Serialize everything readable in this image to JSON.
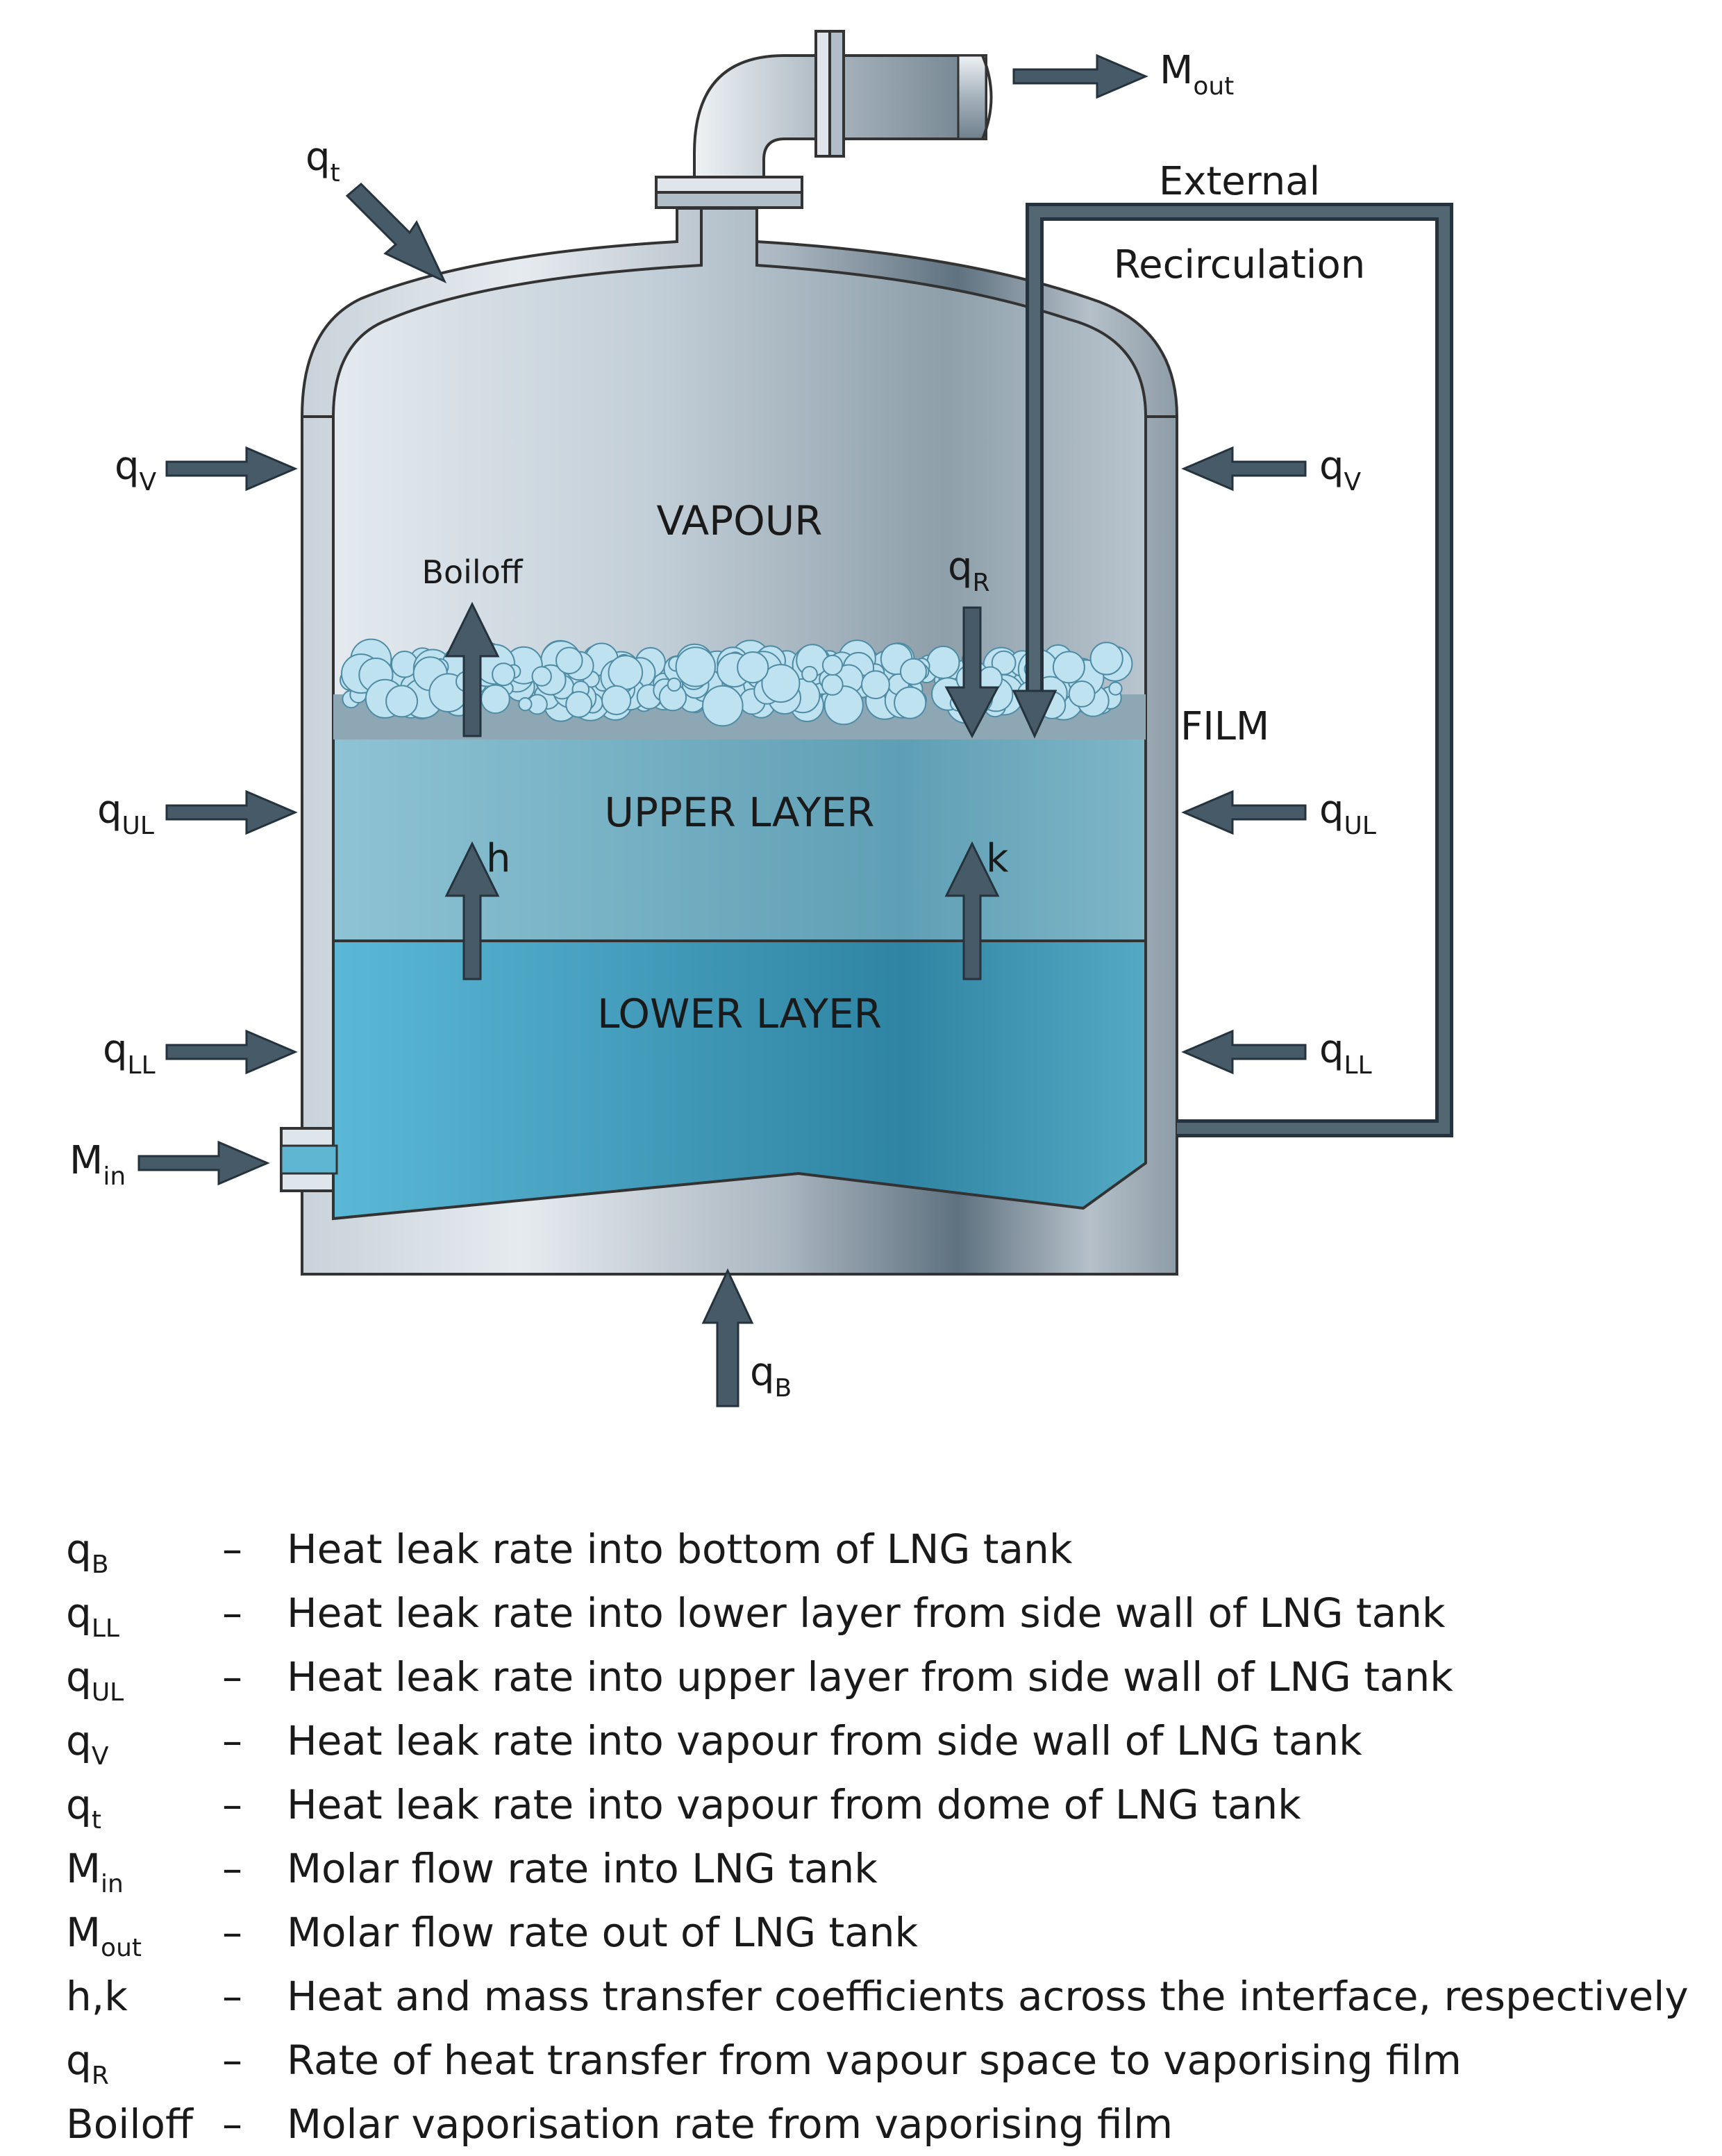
{
  "diagram": {
    "labels": {
      "m_out": {
        "main": "M",
        "sub": "out"
      },
      "q_t": {
        "main": "q",
        "sub": "t"
      },
      "external": "External",
      "recirculation": "Recirculation",
      "q_v_left": {
        "main": "q",
        "sub": "V"
      },
      "q_v_right": {
        "main": "q",
        "sub": "V"
      },
      "vapour": "VAPOUR",
      "boiloff": "Boiloff",
      "q_r": {
        "main": "q",
        "sub": "R"
      },
      "film": "FILM",
      "q_ul_left": {
        "main": "q",
        "sub": "UL"
      },
      "q_ul_right": {
        "main": "q",
        "sub": "UL"
      },
      "upper_layer": "UPPER LAYER",
      "h": "h",
      "k": "k",
      "lower_layer": "LOWER LAYER",
      "q_ll_left": {
        "main": "q",
        "sub": "LL"
      },
      "q_ll_right": {
        "main": "q",
        "sub": "LL"
      },
      "m_in": {
        "main": "M",
        "sub": "in"
      },
      "q_b": {
        "main": "q",
        "sub": "B"
      }
    },
    "colors": {
      "arrow": "#465a67",
      "pipe": "#3f5361",
      "upper_layer": "#6fb0c6",
      "lower_layer": "#3fa0bf",
      "bubble": "#bfe2f1",
      "steel_light": "#d2dae1",
      "steel_dark": "#6d7f8d"
    }
  },
  "legend": [
    {
      "symbol": "q",
      "sub": "B",
      "dash": "–",
      "description": "Heat leak rate into bottom of LNG tank"
    },
    {
      "symbol": "q",
      "sub": "LL",
      "dash": "–",
      "description": "Heat leak rate into lower layer from side wall of LNG tank"
    },
    {
      "symbol": "q",
      "sub": "UL",
      "dash": "–",
      "description": "Heat leak rate into upper layer from side wall of LNG tank"
    },
    {
      "symbol": "q",
      "sub": "V",
      "dash": "–",
      "description": "Heat leak rate into vapour from side wall of LNG tank"
    },
    {
      "symbol": "q",
      "sub": "t",
      "dash": "–",
      "description": "Heat leak rate into vapour from dome of LNG tank"
    },
    {
      "symbol": "M",
      "sub": "in",
      "dash": "–",
      "description": "Molar flow rate into LNG tank"
    },
    {
      "symbol": "M",
      "sub": "out",
      "dash": "–",
      "description": "Molar flow rate out of LNG tank"
    },
    {
      "symbol": "h,k",
      "sub": "",
      "dash": "–",
      "description": "Heat and mass transfer coefficients across the interface, respectively"
    },
    {
      "symbol": "q",
      "sub": "R",
      "dash": "–",
      "description": "Rate of heat transfer from vapour space to vaporising film"
    },
    {
      "symbol": "Boiloff",
      "sub": "",
      "dash": "–",
      "description": "Molar vaporisation rate from vaporising film"
    }
  ]
}
